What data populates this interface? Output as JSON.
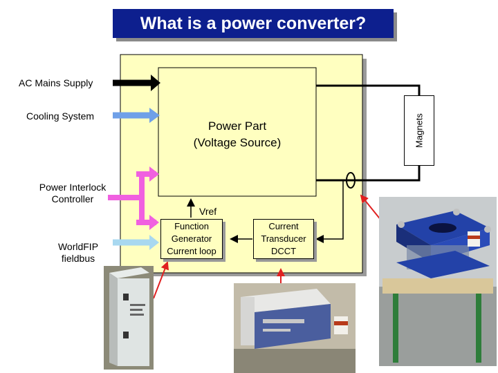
{
  "title": "What is a power converter?",
  "inputs": {
    "ac_mains": "AC Mains Supply",
    "cooling": "Cooling System",
    "power_interlock": "Power Interlock\nController",
    "worldfip": "WorldFIP\nfieldbus"
  },
  "blocks": {
    "power_part": "Power Part\n(Voltage Source)",
    "function_generator": "Function\nGenerator\nCurrent loop",
    "current_transducer": "Current\nTransducer\nDCCT",
    "magnets": "Magnets"
  },
  "labels": {
    "vref": "Vref"
  },
  "colors": {
    "title_bg": "#0d1f8e",
    "outer_box": "#ffffc0",
    "ac_arrow": "#000000",
    "cooling_arrow": "#6fa0e8",
    "interlock_arrow": "#f060e0",
    "fieldbus_arrow": "#a8d8f0",
    "pointer_arrow": "#e02020"
  }
}
